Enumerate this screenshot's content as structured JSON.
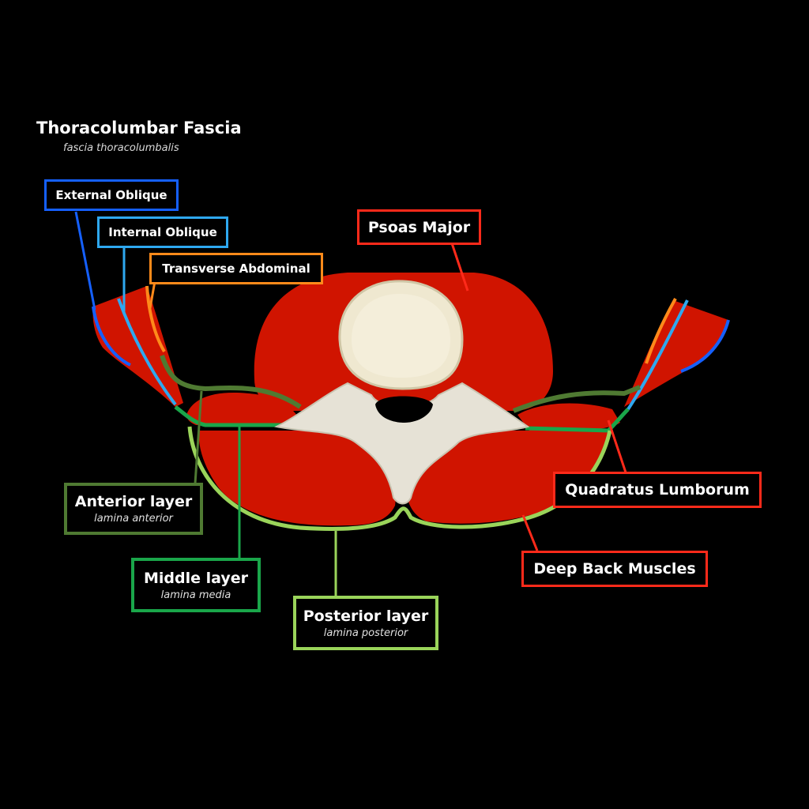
{
  "header": {
    "title": "Thoracolumbar Fascia",
    "subtitle": "fascia thoracolumbalis"
  },
  "labels": {
    "external_oblique": "External Oblique",
    "internal_oblique": "Internal Oblique",
    "transverse_abdominal": "Transverse Abdominal",
    "psoas_major": "Psoas Major",
    "quadratus_lumborum": "Quadratus Lumborum",
    "deep_back_muscles": "Deep Back Muscles",
    "anterior_layer": {
      "name": "Anterior layer",
      "latin": "lamina anterior"
    },
    "middle_layer": {
      "name": "Middle layer",
      "latin": "lamina media"
    },
    "posterior_layer": {
      "name": "Posterior layer",
      "latin": "lamina posterior"
    }
  },
  "colors": {
    "background": "#000000",
    "muscle": "#d01400",
    "external_oblique": "#1560ff",
    "internal_oblique": "#2ea8f0",
    "transverse_abdominal": "#ff8a1a",
    "muscle_label": "#ff2a1a",
    "anterior_layer": "#4f7a32",
    "middle_layer": "#1aa64a",
    "posterior_layer": "#9ad45a",
    "bone": "#efe8d0"
  }
}
